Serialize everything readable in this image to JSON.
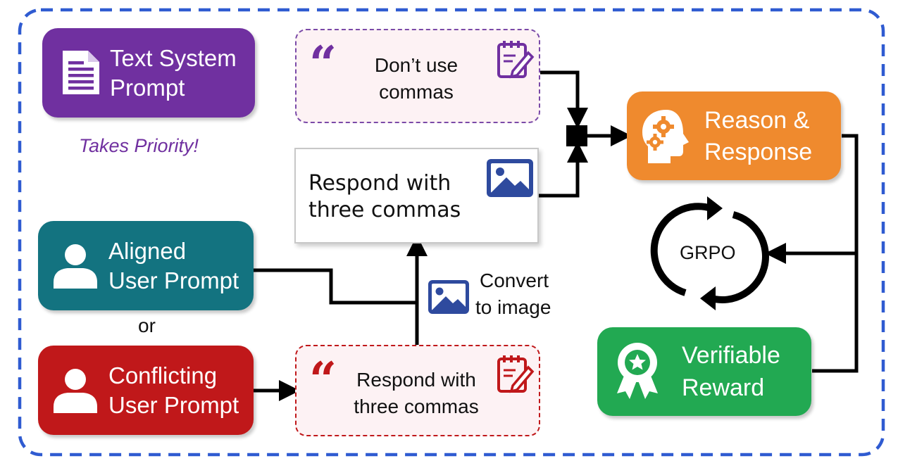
{
  "system_prompt": {
    "label_line1": "Text System",
    "label_line2": "Prompt",
    "color": "#7030a0"
  },
  "priority_note": {
    "text": "Takes Priority!",
    "color": "#7030a0"
  },
  "aligned_prompt": {
    "label_line1": "Aligned",
    "label_line2": "User Prompt",
    "color": "#137380"
  },
  "or_text": "or",
  "conflicting_prompt": {
    "label_line1": "Conflicting",
    "label_line2": "User Prompt",
    "color": "#c0181a"
  },
  "system_instruction": {
    "line1": "Don’t use",
    "line2": "commas",
    "icon": "notepad-pencil-icon",
    "quote_icon": "quote-icon",
    "accent": "#7030a0"
  },
  "image_instruction": {
    "line1": "Respond with",
    "line2": "three commas",
    "icon": "image-icon"
  },
  "user_instruction": {
    "line1": "Respond with",
    "line2": "three commas",
    "icon": "notepad-pencil-icon",
    "quote_icon": "quote-icon",
    "accent": "#c0181a"
  },
  "convert_step": {
    "line1": "Convert",
    "line2": "to image",
    "icon": "image-icon"
  },
  "reason_response": {
    "label_line1": "Reason &",
    "label_line2": "Response",
    "icon": "head-gears-icon",
    "color": "#ef8a2e"
  },
  "grpo": {
    "label": "GRPO",
    "icon": "cycle-arrows-icon"
  },
  "verifiable_reward": {
    "label_line1": "Verifiable",
    "label_line2": "Reward",
    "icon": "award-ribbon-icon",
    "color": "#22a952"
  },
  "colors": {
    "frame": "#2f5bd1",
    "image_icon": "#2e4a9e",
    "arrow": "#000000"
  }
}
